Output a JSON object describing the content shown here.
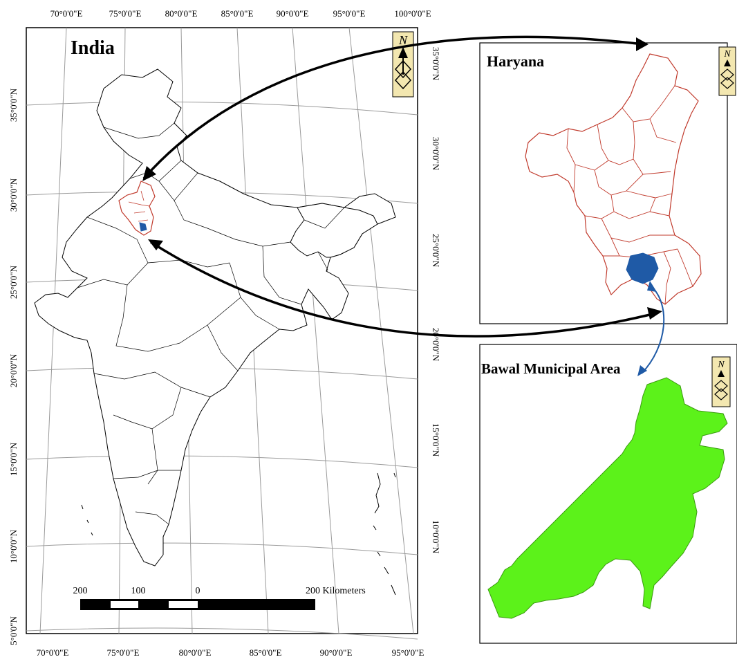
{
  "india_panel": {
    "title": "India",
    "top_lon_labels": [
      "70°0'0\"E",
      "75°0'0\"E",
      "80°0'0\"E",
      "85°0'0\"E",
      "90°0'0\"E",
      "95°0'0\"E",
      "100°0'0\"E"
    ],
    "bottom_lon_labels": [
      "70°0'0\"E",
      "75°0'0\"E",
      "80°0'0\"E",
      "85°0'0\"E",
      "90°0'0\"E",
      "95°0'0\"E"
    ],
    "left_lat_labels": [
      "35°0'0\"N",
      "30°0'0\"N",
      "25°0'0\"N",
      "20°0'0\"N",
      "15°0'0\"N",
      "10°0'0\"N",
      "5°0'0\"N"
    ],
    "right_lat_labels": [
      "35°0'0\"N",
      "30°0'0\"N",
      "25°0'0\"N",
      "20°0'0\"N",
      "15°0'0\"N",
      "10°0'0\"N"
    ],
    "scale_bar": {
      "labels": [
        "200",
        "100",
        "0",
        "200 Kilometers"
      ]
    },
    "north_arrow": {
      "letter": "N",
      "icon": "north-arrow-icon"
    }
  },
  "haryana_panel": {
    "title": "Haryana",
    "north_arrow": {
      "letter": "N",
      "icon": "north-arrow-icon"
    }
  },
  "bawal_panel": {
    "title": "Bawal Municipal Area",
    "north_arrow": {
      "letter": "N",
      "icon": "north-arrow-icon"
    }
  },
  "colors": {
    "graticule": "#9a9a9a",
    "boundary": "#000000",
    "haryana_district": "#c0392b",
    "bawal_blue": "#1f5aa6",
    "bawal_green": "#5cf21a",
    "north_arrow_bg": "#f3e7b0"
  }
}
